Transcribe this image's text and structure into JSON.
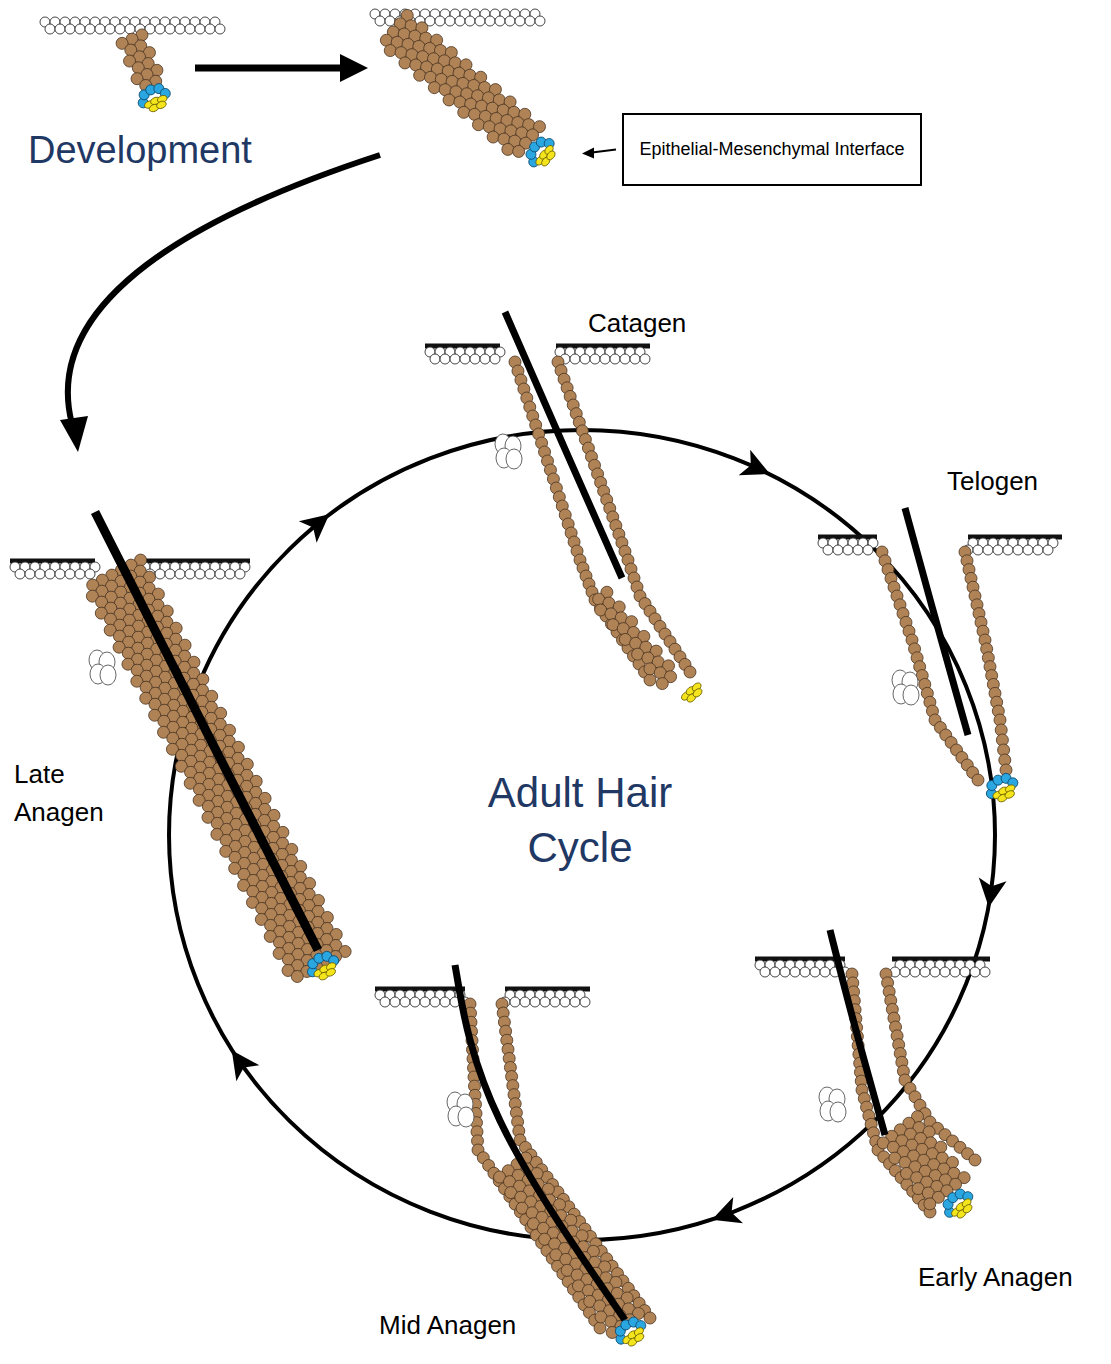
{
  "diagram": {
    "nodes": [
      {
        "text": [
          "Epithelial-Mesenchymal Interface"
        ]
      }
    ],
    "labels": [
      "Development",
      "Catagen",
      "Telogen",
      "Late Anagen",
      "Adult Hair Cycle",
      "Early Anagen",
      "Mid Anagen"
    ]
  }
}
